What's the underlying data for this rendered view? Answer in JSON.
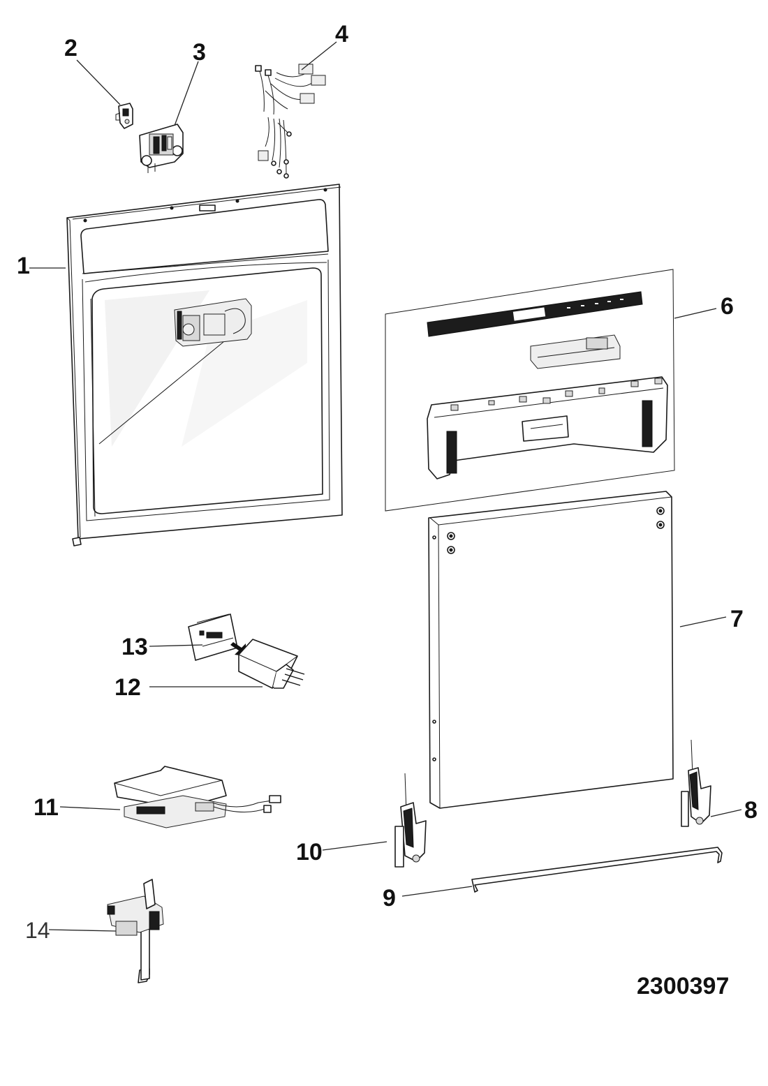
{
  "diagram": {
    "document_number": "2300397",
    "callouts": [
      {
        "id": "1",
        "label": "1"
      },
      {
        "id": "2",
        "label": "2"
      },
      {
        "id": "3",
        "label": "3"
      },
      {
        "id": "4",
        "label": "4"
      },
      {
        "id": "6",
        "label": "6"
      },
      {
        "id": "7",
        "label": "7"
      },
      {
        "id": "8",
        "label": "8"
      },
      {
        "id": "9",
        "label": "9"
      },
      {
        "id": "10",
        "label": "10"
      },
      {
        "id": "11",
        "label": "11"
      },
      {
        "id": "12",
        "label": "12"
      },
      {
        "id": "13",
        "label": "13"
      },
      {
        "id": "14",
        "label": "14"
      }
    ]
  }
}
